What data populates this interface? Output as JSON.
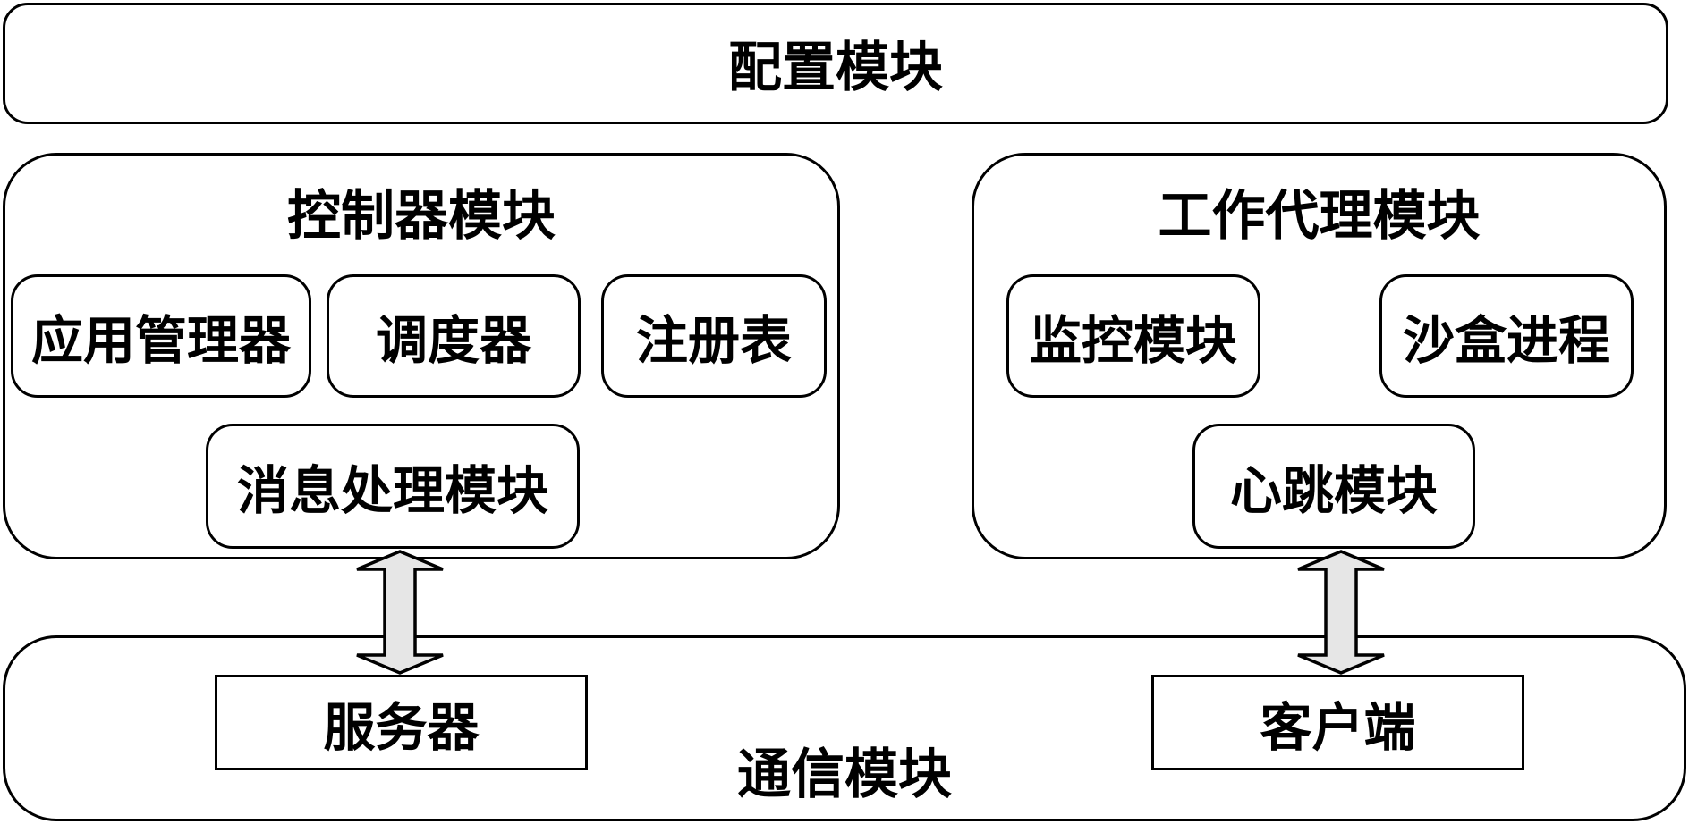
{
  "config_module": {
    "title": "配置模块"
  },
  "controller_module": {
    "title": "控制器模块",
    "items": [
      "应用管理器",
      "调度器",
      "注册表",
      "消息处理模块"
    ]
  },
  "agent_module": {
    "title": "工作代理模块",
    "items": [
      "监控模块",
      "沙盒进程",
      "心跳模块"
    ]
  },
  "comm_module": {
    "title": "通信模块",
    "server": "服务器",
    "client": "客户端"
  },
  "colors": {
    "stroke": "#000000",
    "arrow_fill": "#e6e6e6"
  }
}
